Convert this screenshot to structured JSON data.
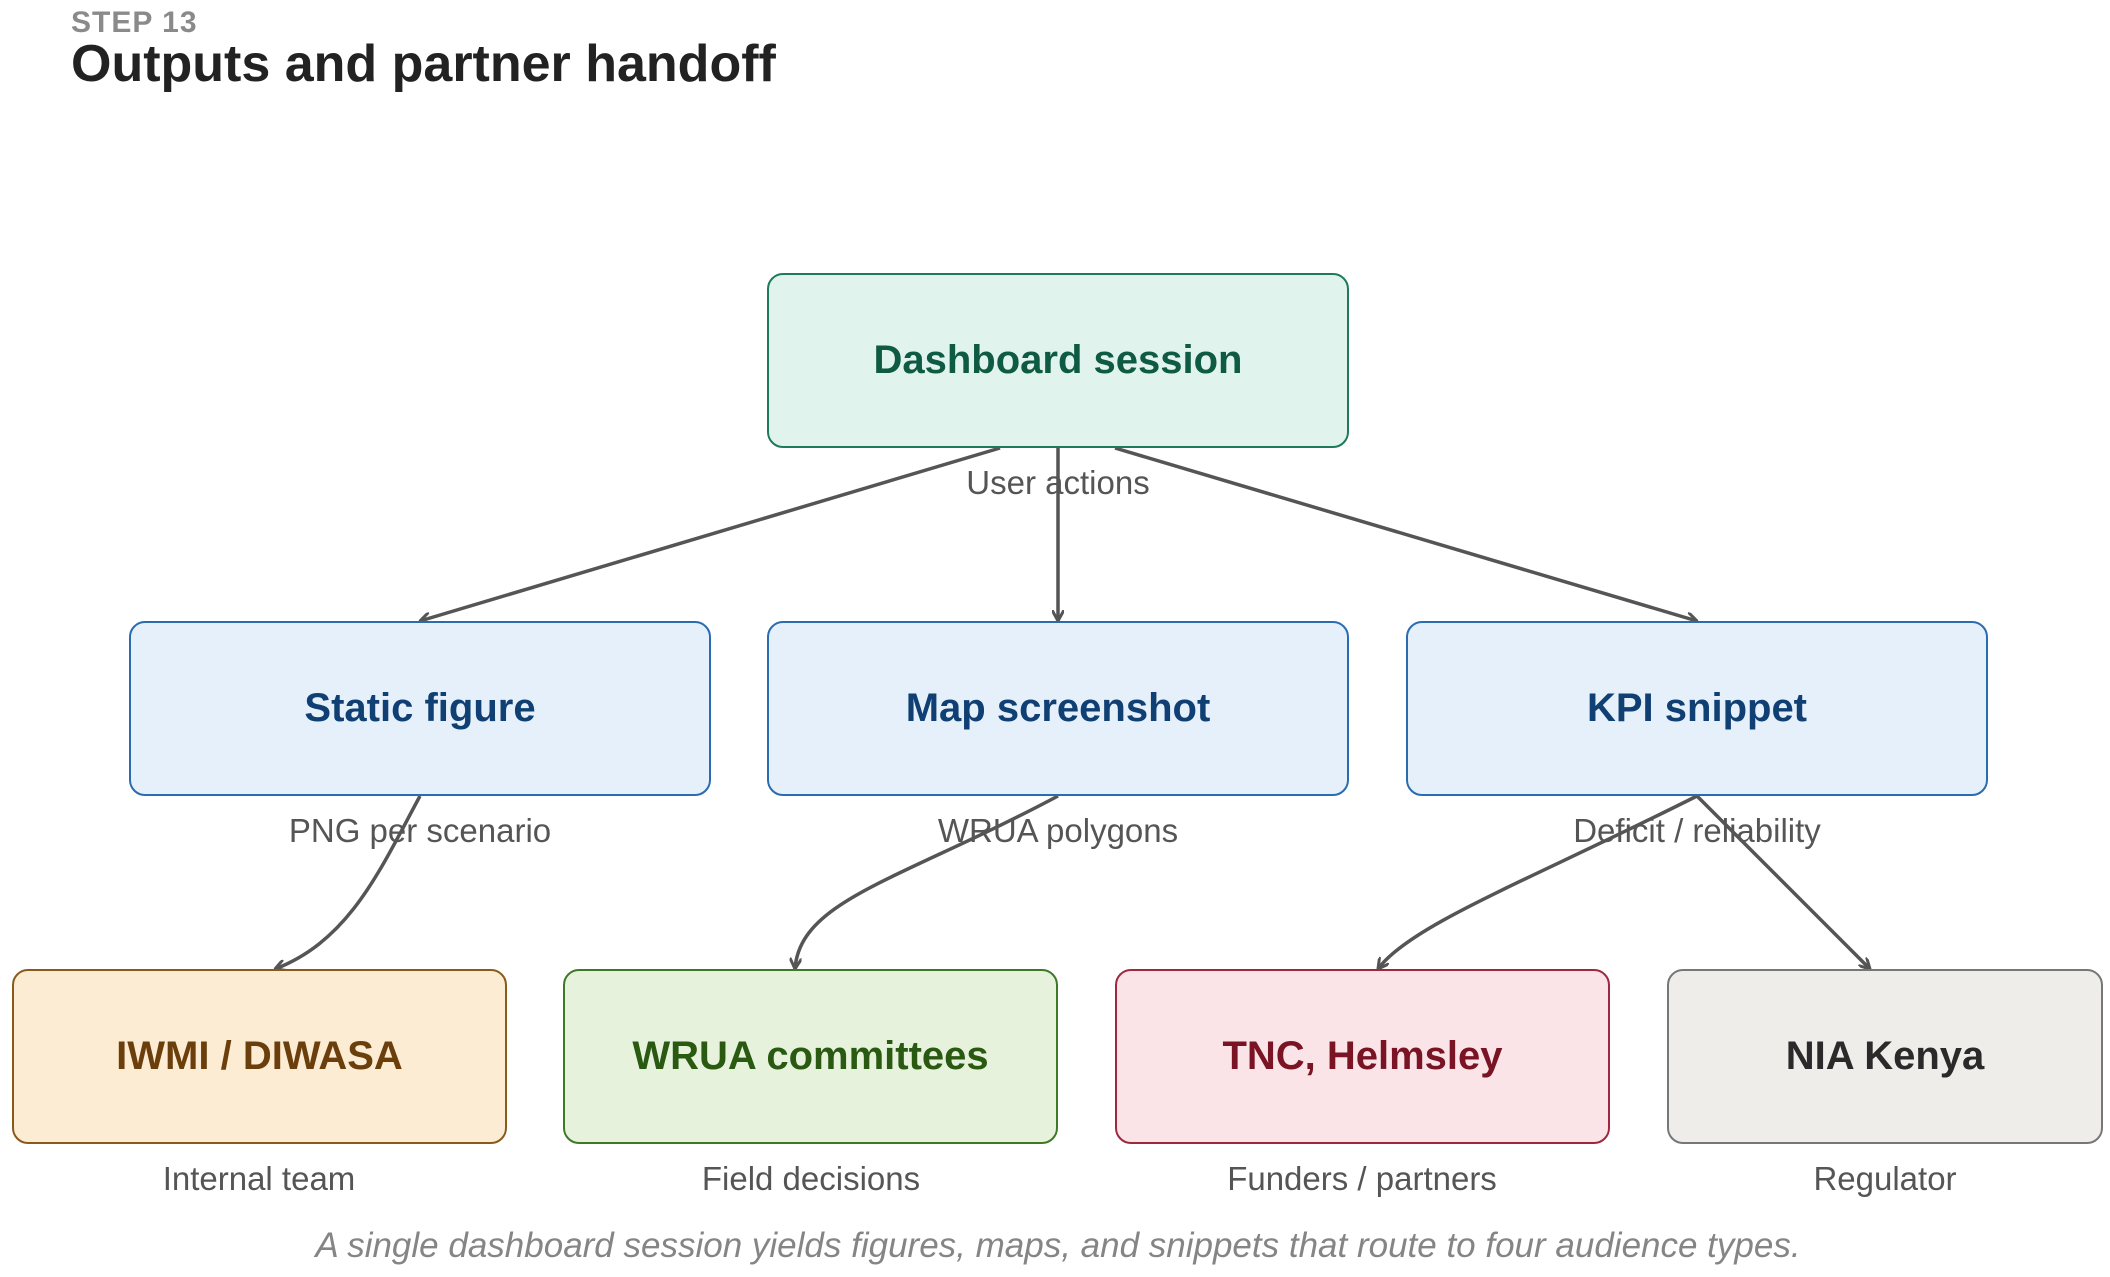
{
  "header": {
    "step": "STEP 13",
    "title": "Outputs and partner handoff"
  },
  "nodes": {
    "dashboard": {
      "label": "Dashboard session",
      "sublabel": "User actions"
    },
    "static_figure": {
      "label": "Static figure",
      "sublabel": "PNG per scenario"
    },
    "map_screenshot": {
      "label": "Map screenshot",
      "sublabel": "WRUA polygons"
    },
    "kpi_snippet": {
      "label": "KPI snippet",
      "sublabel": "Deficit / reliability"
    },
    "iwmi": {
      "label": "IWMI / DIWASA",
      "sublabel": "Internal team"
    },
    "wrua": {
      "label": "WRUA committees",
      "sublabel": "Field decisions"
    },
    "tnc": {
      "label": "TNC, Helmsley",
      "sublabel": "Funders / partners"
    },
    "nia": {
      "label": "NIA Kenya",
      "sublabel": "Regulator"
    }
  },
  "edges": [
    {
      "from": "dashboard",
      "to": "static_figure"
    },
    {
      "from": "dashboard",
      "to": "map_screenshot"
    },
    {
      "from": "dashboard",
      "to": "kpi_snippet"
    },
    {
      "from": "static_figure",
      "to": "iwmi"
    },
    {
      "from": "map_screenshot",
      "to": "wrua"
    },
    {
      "from": "kpi_snippet",
      "to": "tnc"
    },
    {
      "from": "kpi_snippet",
      "to": "nia"
    }
  ],
  "colors": {
    "dashboard": {
      "fill": "#e0f3ec",
      "stroke": "#1f7a5c",
      "text": "#0e5a42"
    },
    "output": {
      "fill": "#e5f0fa",
      "stroke": "#2a6cb0",
      "text": "#0f3f73"
    },
    "iwmi": {
      "fill": "#fcecd4",
      "stroke": "#8a5a1c",
      "text": "#6a3f0c"
    },
    "wrua": {
      "fill": "#e6f2dc",
      "stroke": "#3e7a26",
      "text": "#2a5a12"
    },
    "tnc": {
      "fill": "#fae4e8",
      "stroke": "#a0283e",
      "text": "#7a1424"
    },
    "nia": {
      "fill": "#eeedea",
      "stroke": "#777777",
      "text": "#2a2a2a"
    },
    "edge": "#555555"
  },
  "caption": "A single dashboard session yields figures, maps, and snippets that route to four audience types."
}
